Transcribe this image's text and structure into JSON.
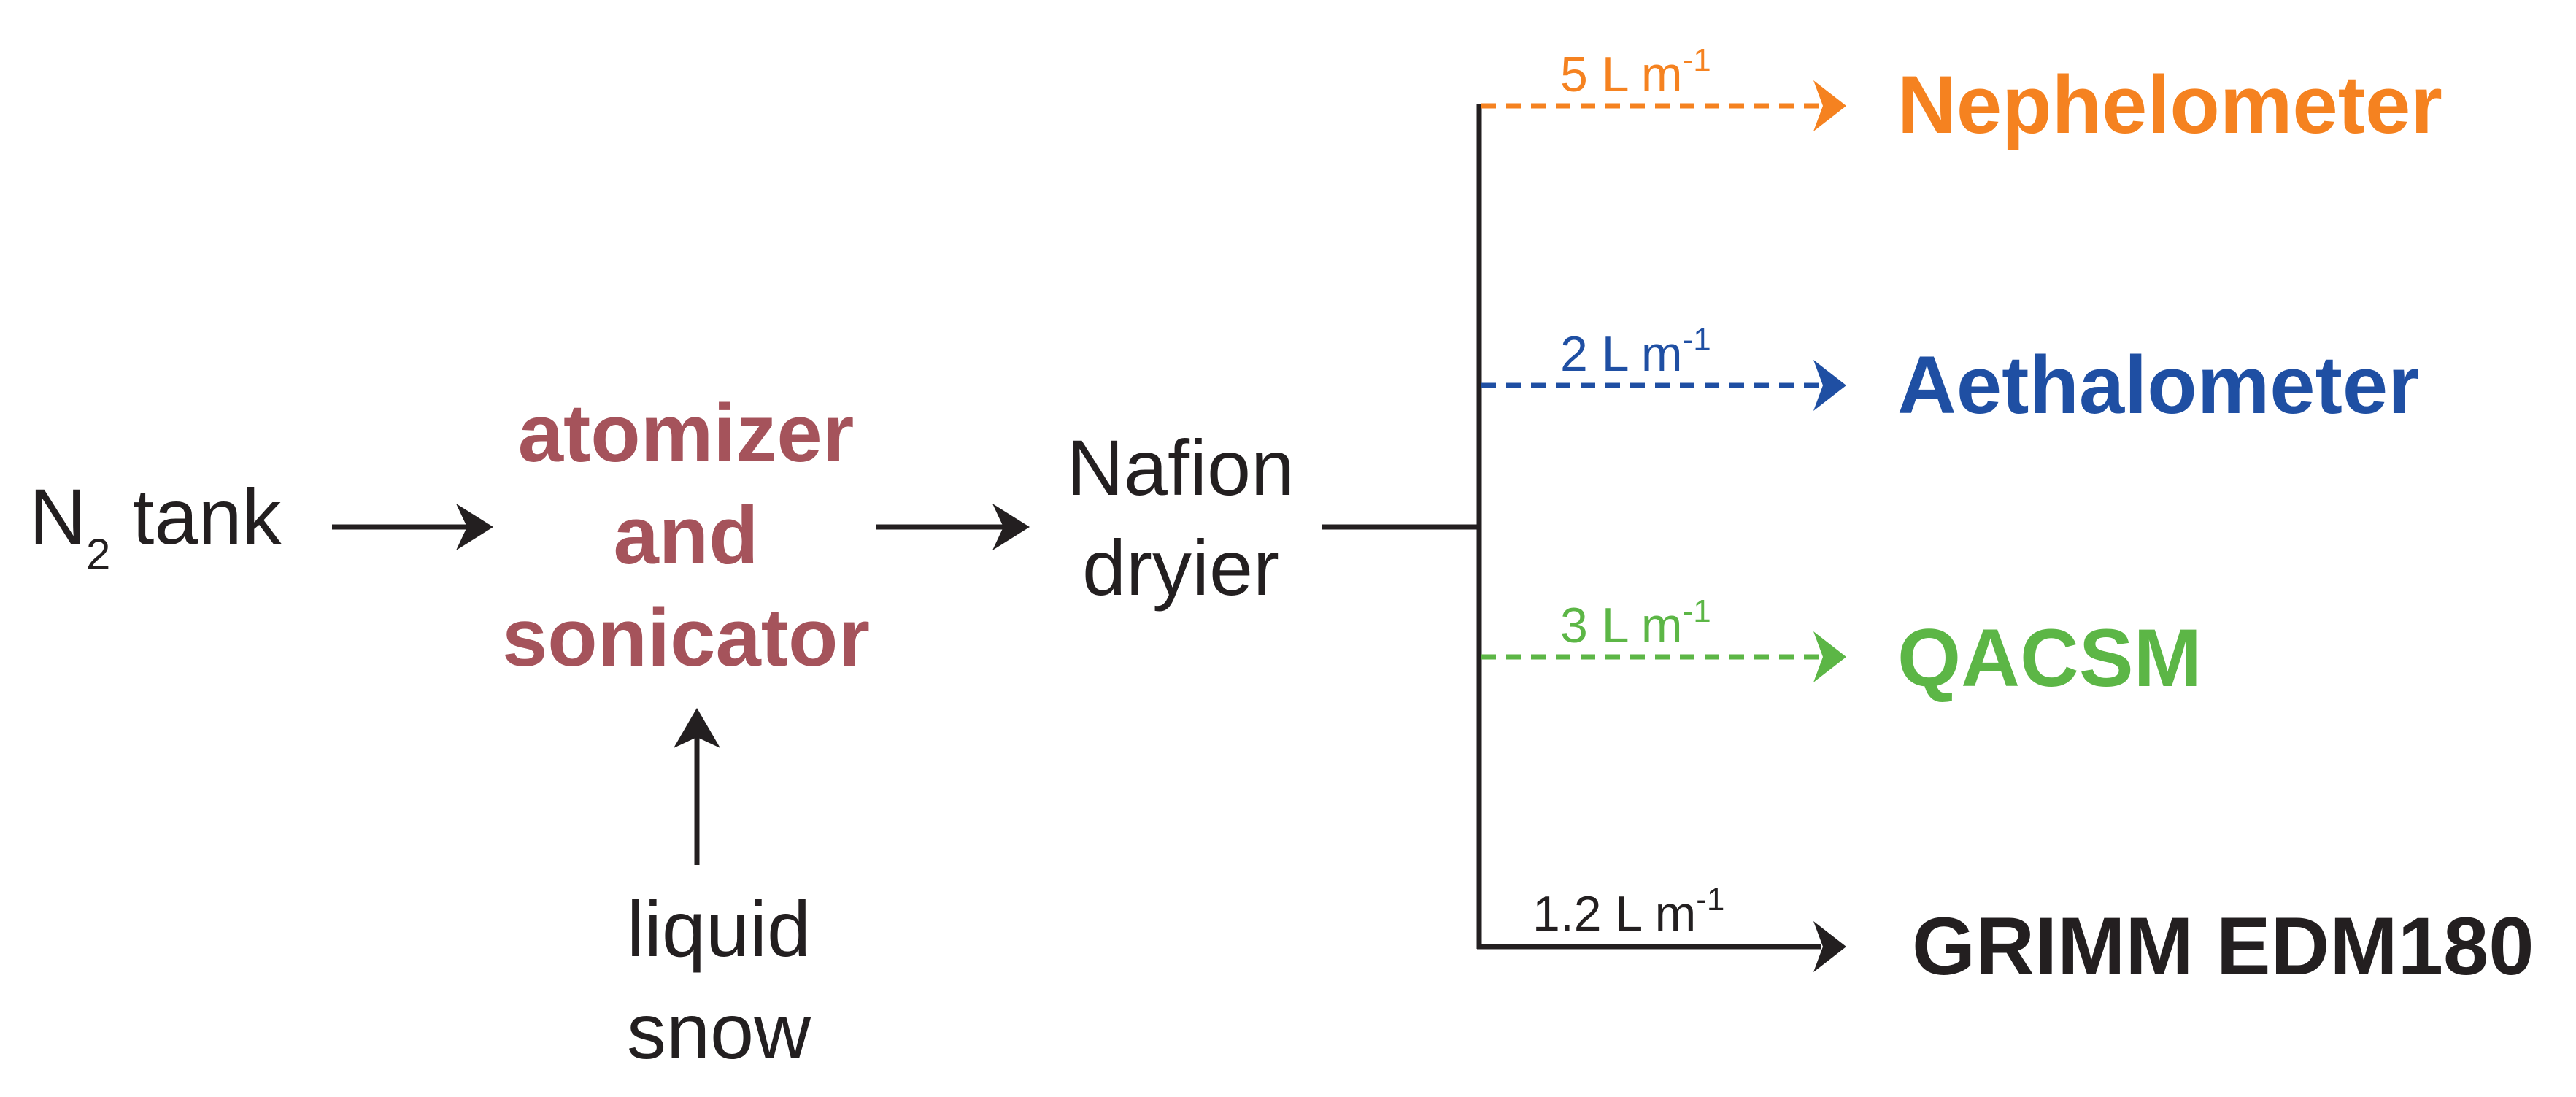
{
  "nodes": {
    "n2_tank": {
      "main": "N",
      "subscript": "2",
      "suffix": " tank"
    },
    "atomizer": {
      "line1": "atomizer",
      "line2": "and",
      "line3": "sonicator"
    },
    "nafion": {
      "line1": "Nafion",
      "line2": "dryier"
    },
    "liquid_snow": {
      "line1": "liquid",
      "line2": "snow"
    }
  },
  "outputs": [
    {
      "name": "Nephelometer",
      "rate": "5 L m",
      "exponent": "-1",
      "line_style": "dashed"
    },
    {
      "name": "Aethalometer",
      "rate": "2 L m",
      "exponent": "-1",
      "line_style": "dashed"
    },
    {
      "name": "QACSM",
      "rate": "3 L m",
      "exponent": "-1",
      "line_style": "dashed"
    },
    {
      "name": "GRIMM EDM180",
      "rate": "1.2 L m",
      "exponent": "-1",
      "line_style": "solid"
    }
  ],
  "colors": {
    "text_dark": "#231f20",
    "atomizer": "#a5535b",
    "nephelometer": "#f58220",
    "aethalometer": "#1f4fa3",
    "qacsm": "#5cb646",
    "grimm": "#231f20"
  }
}
